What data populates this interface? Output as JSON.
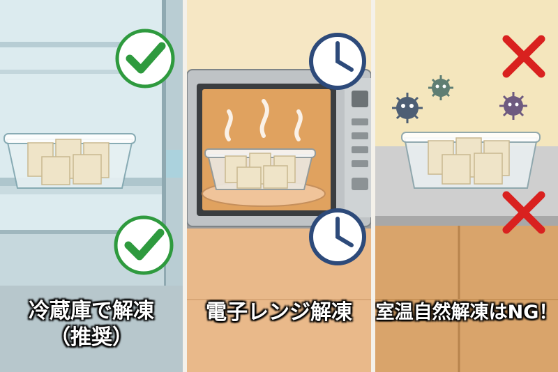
{
  "panels": [
    {
      "caption_line1": "冷蔵庫で解凍",
      "caption_line2": "（推奨）",
      "icons": [
        "check-icon",
        "check-icon"
      ],
      "status_color": "#2e9a3e"
    },
    {
      "caption_line1": "電子レンジ解凍",
      "icons": [
        "clock-icon",
        "clock-icon"
      ],
      "status_color": "#2d4a7a"
    },
    {
      "caption_line1": "室温自然解凍はNG！",
      "icons": [
        "cross-icon",
        "cross-icon",
        "germ-icon"
      ],
      "status_color": "#d9211f"
    }
  ]
}
